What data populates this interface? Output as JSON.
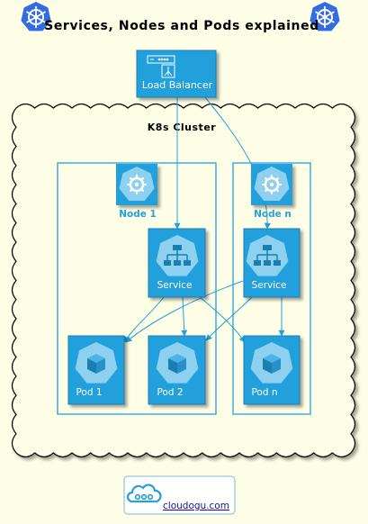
{
  "title": "Services, Nodes and Pods explained",
  "cluster_label": "K8s Cluster",
  "load_balancer": {
    "label": "Load Balancer"
  },
  "nodes": [
    {
      "label": "Node 1"
    },
    {
      "label": "Node n"
    }
  ],
  "services": [
    {
      "label": "Service"
    },
    {
      "label": "Service"
    }
  ],
  "pods": [
    {
      "label": "Pod 1"
    },
    {
      "label": "Pod 2"
    },
    {
      "label": "Pod n"
    }
  ],
  "footer": {
    "link_text": "cloudogu.com"
  },
  "colors": {
    "background": "#fefee6",
    "accent": "#24a0dc",
    "icon_light": "#8ed0ef",
    "kube_blue": "#326ce5",
    "link": "#1a0dab"
  }
}
